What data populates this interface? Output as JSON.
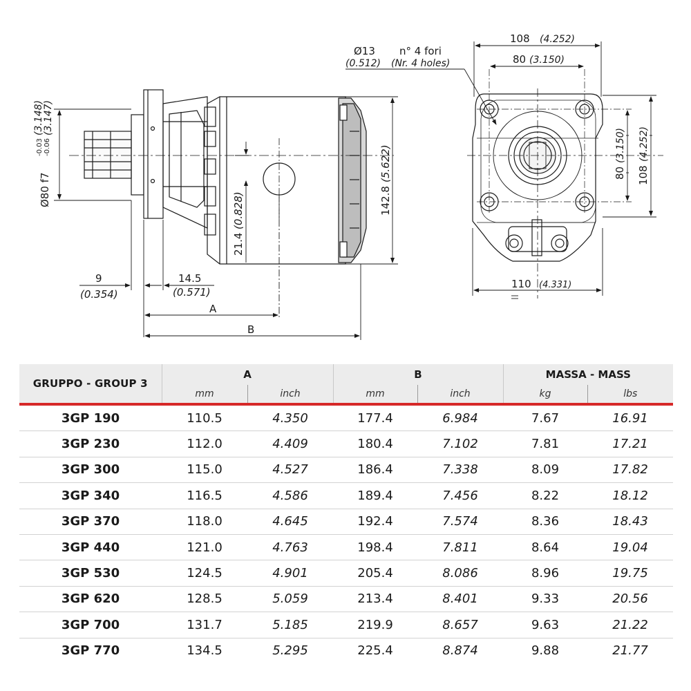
{
  "drawing": {
    "side": {
      "dim_80": "Ø80 f7",
      "tol_upper": "-0.03",
      "tol_lower": "-0.06",
      "dim_80_in_upper": "(3.148)",
      "dim_80_in_lower": "(3.147)",
      "dim_21": "21.4",
      "dim_21_in": "(0.828)",
      "dim_142": "142.8",
      "dim_142_in": "(5.622)",
      "dim_9": "9",
      "dim_9_in": "(0.354)",
      "dim_14": "14.5",
      "dim_14_in": "(0.571)",
      "label_a": "A",
      "label_b": "B"
    },
    "front": {
      "hole_mm": "Ø13",
      "hole_note": "n° 4 fori",
      "hole_in": "(0.512)",
      "hole_note_en": "(Nr. 4 holes)",
      "w108": "108",
      "w108_in": "(4.252)",
      "w80": "80",
      "w80_in": "(3.150)",
      "h80": "80",
      "h80_in": "(3.150)",
      "h108": "108",
      "h108_in": "(4.252)",
      "w110": "110",
      "w110_in": "(4.331)"
    }
  },
  "table": {
    "group_header": "GRUPPO - GROUP 3",
    "col_a": "A",
    "col_b": "B",
    "col_mass": "MASSA - MASS",
    "units": [
      "mm",
      "inch",
      "mm",
      "inch",
      "kg",
      "lbs"
    ],
    "rows": [
      {
        "name": "3GP 190",
        "a_mm": "110.5",
        "a_in": "4.350",
        "b_mm": "177.4",
        "b_in": "6.984",
        "kg": "7.67",
        "lbs": "16.91"
      },
      {
        "name": "3GP 230",
        "a_mm": "112.0",
        "a_in": "4.409",
        "b_mm": "180.4",
        "b_in": "7.102",
        "kg": "7.81",
        "lbs": "17.21"
      },
      {
        "name": "3GP 300",
        "a_mm": "115.0",
        "a_in": "4.527",
        "b_mm": "186.4",
        "b_in": "7.338",
        "kg": "8.09",
        "lbs": "17.82"
      },
      {
        "name": "3GP 340",
        "a_mm": "116.5",
        "a_in": "4.586",
        "b_mm": "189.4",
        "b_in": "7.456",
        "kg": "8.22",
        "lbs": "18.12"
      },
      {
        "name": "3GP 370",
        "a_mm": "118.0",
        "a_in": "4.645",
        "b_mm": "192.4",
        "b_in": "7.574",
        "kg": "8.36",
        "lbs": "18.43"
      },
      {
        "name": "3GP 440",
        "a_mm": "121.0",
        "a_in": "4.763",
        "b_mm": "198.4",
        "b_in": "7.811",
        "kg": "8.64",
        "lbs": "19.04"
      },
      {
        "name": "3GP 530",
        "a_mm": "124.5",
        "a_in": "4.901",
        "b_mm": "205.4",
        "b_in": "8.086",
        "kg": "8.96",
        "lbs": "19.75"
      },
      {
        "name": "3GP 620",
        "a_mm": "128.5",
        "a_in": "5.059",
        "b_mm": "213.4",
        "b_in": "8.401",
        "kg": "9.33",
        "lbs": "20.56"
      },
      {
        "name": "3GP 700",
        "a_mm": "131.7",
        "a_in": "5.185",
        "b_mm": "219.9",
        "b_in": "8.657",
        "kg": "9.63",
        "lbs": "21.22"
      },
      {
        "name": "3GP 770",
        "a_mm": "134.5",
        "a_in": "5.295",
        "b_mm": "225.4",
        "b_in": "8.874",
        "kg": "9.88",
        "lbs": "21.77"
      }
    ]
  },
  "colors": {
    "accent": "#d62828",
    "header_bg": "#ececec"
  }
}
